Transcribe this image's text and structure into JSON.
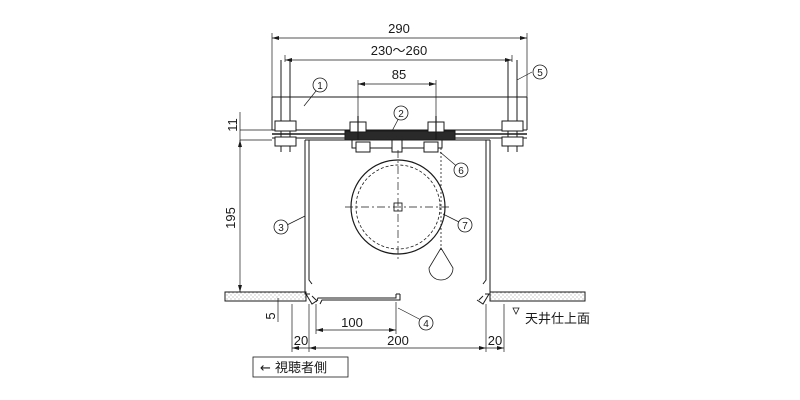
{
  "dimensions": {
    "overall_width": "290",
    "bolt_span": "230〜260",
    "center_span": "85",
    "top_thickness": "11",
    "height": "195",
    "bottom_offset": "5",
    "inner_width": "100",
    "opening_width": "200",
    "left_margin": "20",
    "right_margin": "20"
  },
  "callouts": [
    "1",
    "2",
    "3",
    "4",
    "5",
    "6",
    "7"
  ],
  "labels": {
    "ceiling_surface": "天井仕上面",
    "viewer_side": "← 視聴者側"
  },
  "colors": {
    "line": "#1a1a1a",
    "ceiling_hatch": "#9a9a9a"
  }
}
